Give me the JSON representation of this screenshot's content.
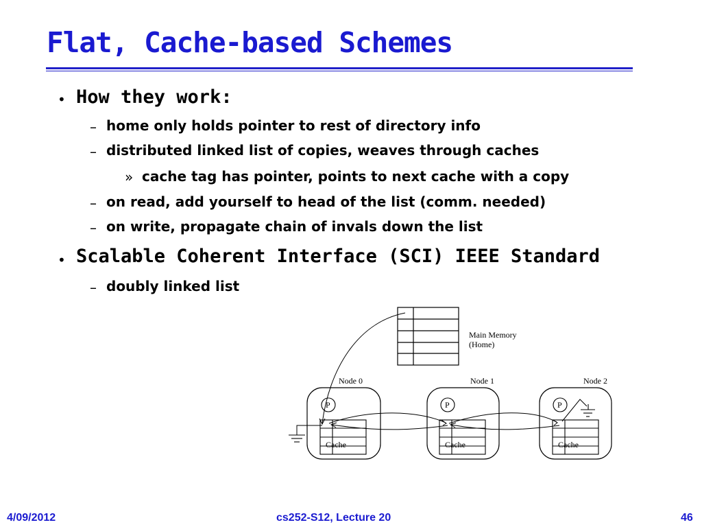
{
  "slide": {
    "title": "Flat, Cache-based Schemes",
    "bullets": [
      {
        "text": "How they work:",
        "subs": [
          "home only holds pointer to rest of directory info",
          "distributed linked list of copies, weaves through caches",
          "cache tag has pointer, points to next cache with a copy",
          "on read, add yourself to head of the list (comm. needed)",
          "on write, propagate chain of invals down the list"
        ]
      },
      {
        "text": "Scalable Coherent Interface (SCI) IEEE Standard",
        "subs": [
          "doubly linked list"
        ]
      }
    ],
    "markers": {
      "bullet": "•",
      "dash": "–",
      "raquo": "»"
    }
  },
  "diagram": {
    "memory_label_line1": "Main Memory",
    "memory_label_line2": "(Home)",
    "nodes": [
      {
        "label": "Node 0",
        "proc": "P",
        "cache": "Cache"
      },
      {
        "label": "Node 1",
        "proc": "P",
        "cache": "Cache"
      },
      {
        "label": "Node 2",
        "proc": "P",
        "cache": "Cache"
      }
    ]
  },
  "footer": {
    "date": "4/09/2012",
    "course": "cs252-S12, Lecture 20",
    "page": "46"
  }
}
